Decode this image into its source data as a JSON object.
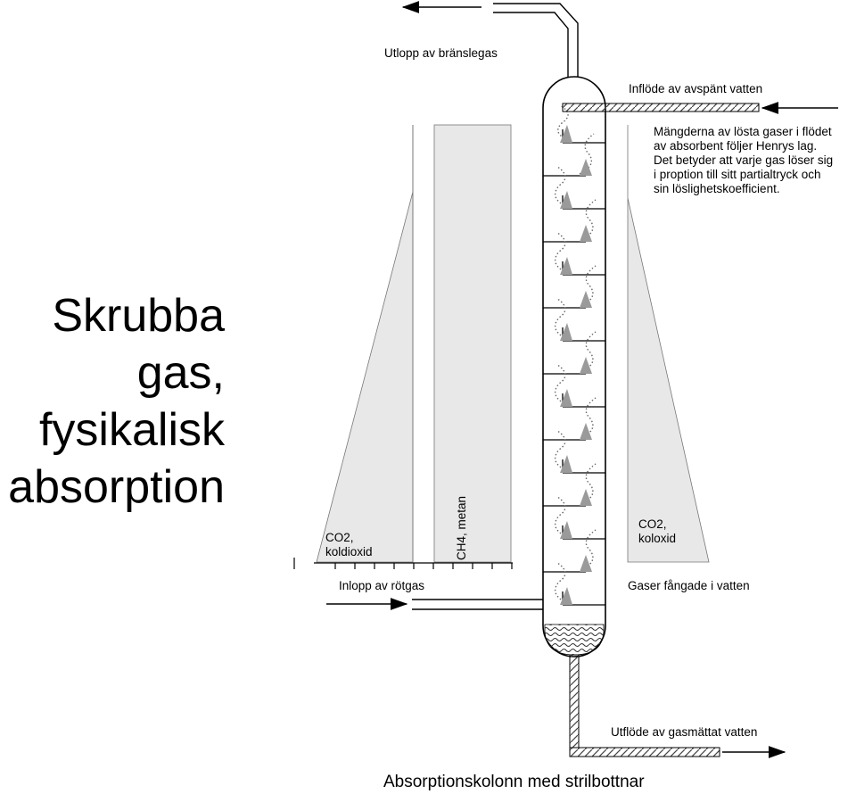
{
  "title": {
    "lines": [
      "Skrubba",
      "gas,",
      "fysikalisk",
      "absorption"
    ]
  },
  "labels": {
    "outlet_gas": "Utlopp av bränslegas",
    "inflow_water": "Inflöde av avspänt vatten",
    "henry_text": [
      "Mängderna av lösta gaser i flödet",
      "av absorbent följer Henrys lag.",
      "Det betyder att varje gas löser sig",
      "i proption till sitt partialtryck och",
      "sin löslighetskoefficient."
    ],
    "co2_left": [
      "CO2,",
      "koldioxid"
    ],
    "ch4": "CH4, metan",
    "co2_right": [
      "CO2,",
      "koloxid"
    ],
    "inlet_gas": "Inlopp av rötgas",
    "captured": "Gaser  fångade i vatten",
    "outflow_water": "Utflöde av gasmättat vatten",
    "caption": "Absorptionskolonn med strilbottnar"
  }
}
